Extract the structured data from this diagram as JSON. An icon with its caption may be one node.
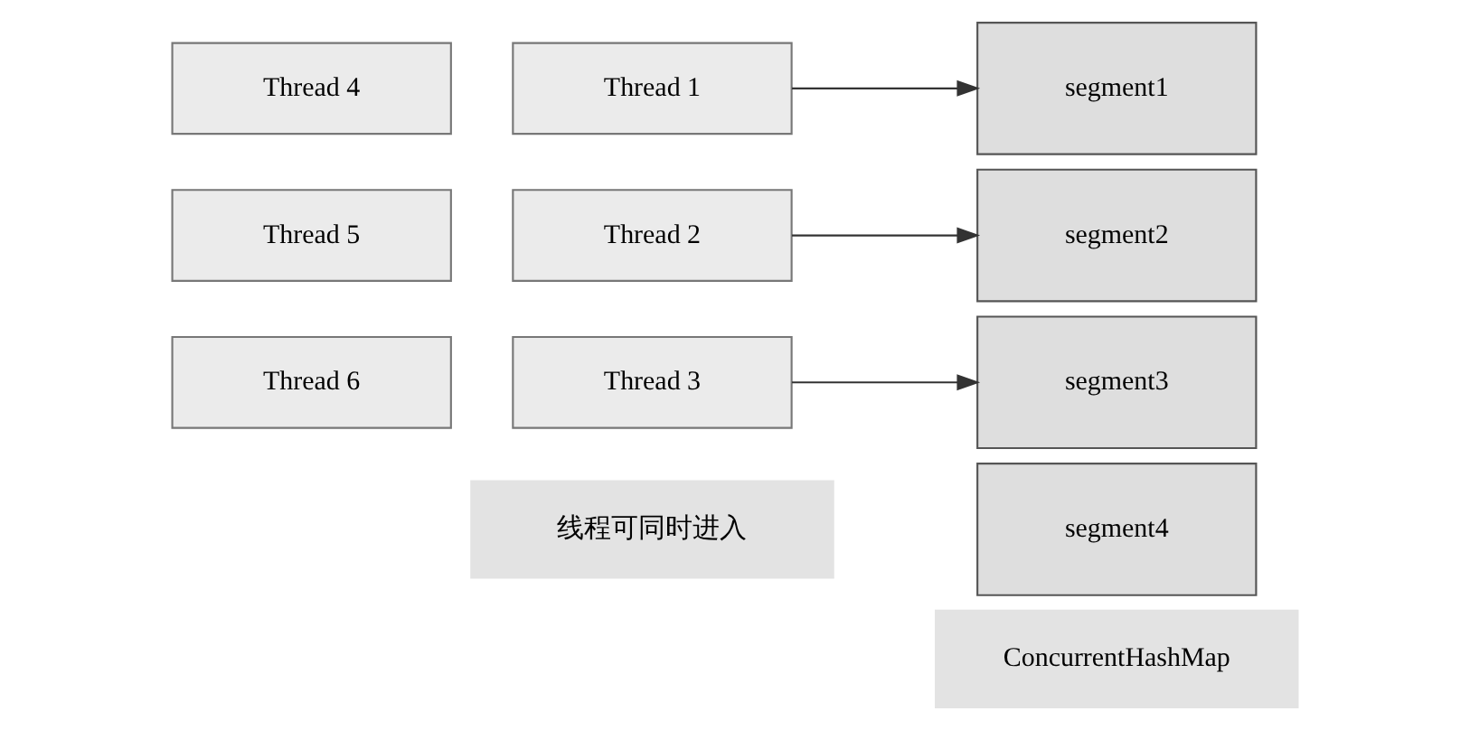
{
  "diagram": {
    "nodes": [
      {
        "text": [
          "Thread 4"
        ]
      },
      {
        "text": [
          "Thread 5"
        ]
      },
      {
        "text": [
          "Thread 6"
        ]
      },
      {
        "text": [
          "Thread 1"
        ]
      },
      {
        "text": [
          "Thread 2"
        ]
      },
      {
        "text": [
          "Thread 3"
        ]
      },
      {
        "text": [
          "segment1"
        ]
      },
      {
        "text": [
          "segment2"
        ]
      },
      {
        "text": [
          "segment3"
        ]
      },
      {
        "text": [
          "segment4"
        ]
      },
      {
        "text": [
          "线程可同时进入"
        ]
      },
      {
        "text": [
          "ConcurrentHashMap"
        ]
      }
    ],
    "edges": [
      {
        "from": 3,
        "to": 6,
        "arrow": "to"
      },
      {
        "from": 4,
        "to": 7,
        "arrow": "to"
      },
      {
        "from": 5,
        "to": 8,
        "arrow": "to"
      }
    ]
  }
}
